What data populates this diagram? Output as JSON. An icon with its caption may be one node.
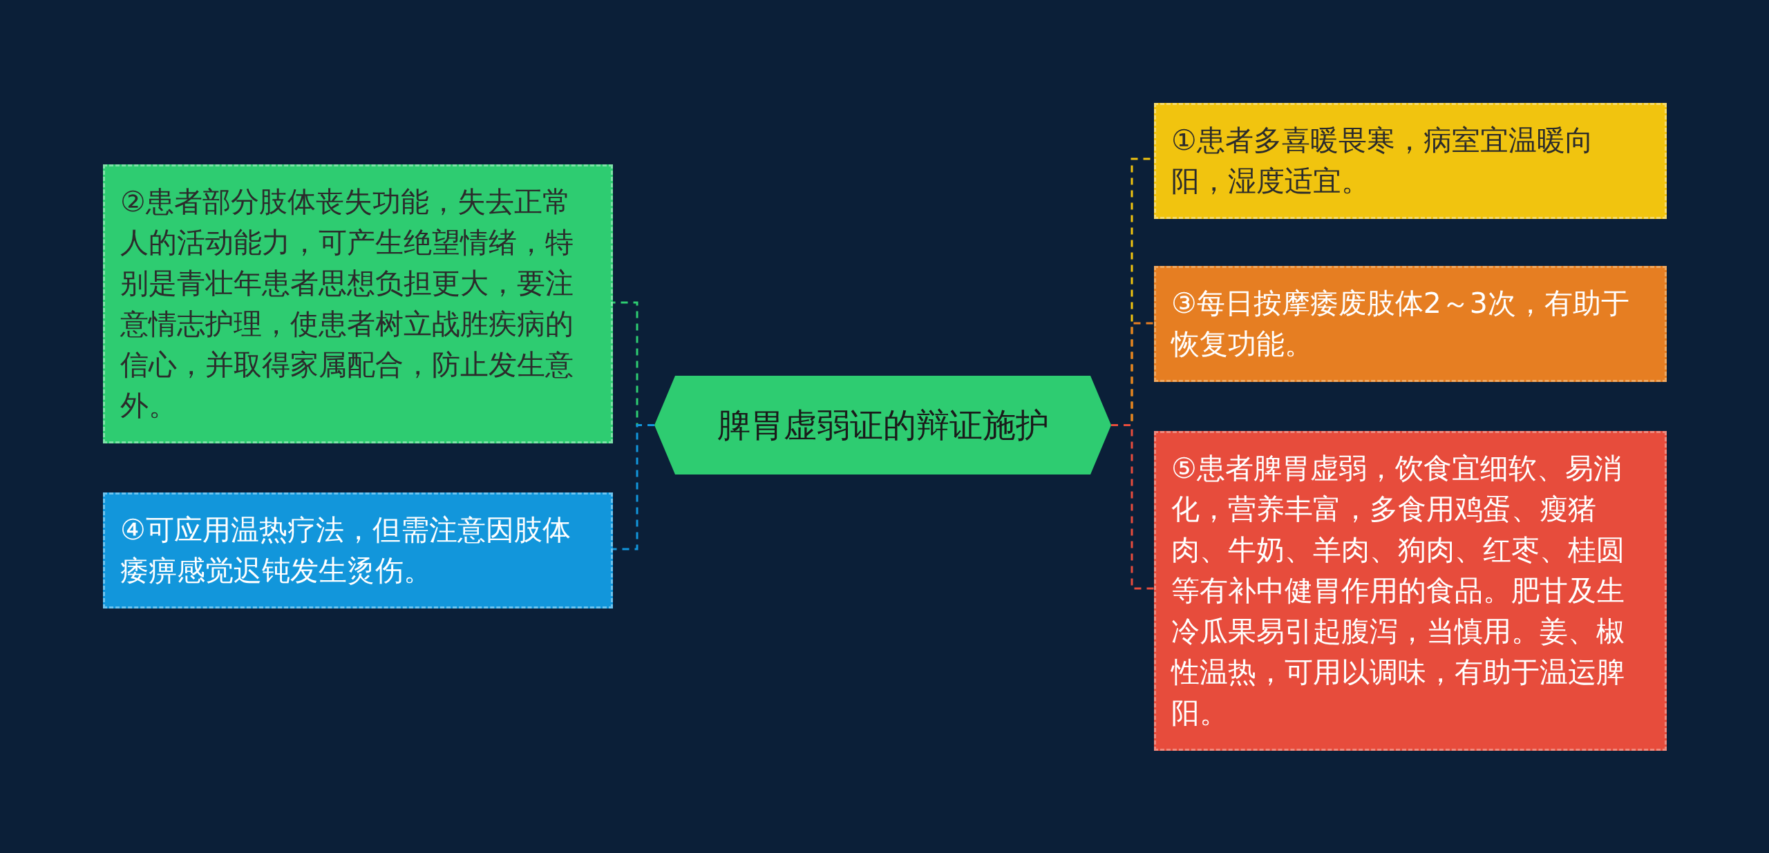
{
  "diagram": {
    "nodes": [
      {
        "text": [
          "脾胃虚弱证的辩证施护"
        ]
      },
      {
        "text": [
          "①患者多喜暖畏寒，病室宜温暖向阳，湿度适宜。"
        ]
      },
      {
        "text": [
          "②患者部分肢体丧失功能，失去正常人的活动能力，可产生绝望情绪，特别是青壮年患者思想负担更大，要注意情志护理，使患者树立战胜疾病的信心，并取得家属配合，防止发生意外。"
        ]
      },
      {
        "text": [
          "③每日按摩痿废肢体2～3次，有助于恢复功能。"
        ]
      },
      {
        "text": [
          "④可应用温热疗法，但需注意因肢体痿痹感觉迟钝发生烫伤。"
        ]
      },
      {
        "text": [
          "⑤患者脾胃虚弱，饮食宜细软、易消化，营养丰富，多食用鸡蛋、瘦猪肉、牛奶、羊肉、狗肉、红枣、桂圆等有补中健胃作用的食品。肥甘及生冷瓜果易引起腹泻，当慎用。姜、椒性温热，可用以调味，有助于温运脾阳。"
        ]
      }
    ],
    "edges": [
      {
        "from": 0,
        "to": 1,
        "arrow": "none",
        "style": "dashed",
        "color": "#f1c40f"
      },
      {
        "from": 0,
        "to": 2,
        "arrow": "none",
        "style": "dashed",
        "color": "#2ecc71"
      },
      {
        "from": 0,
        "to": 3,
        "arrow": "none",
        "style": "dashed",
        "color": "#e67e22"
      },
      {
        "from": 0,
        "to": 4,
        "arrow": "none",
        "style": "dashed",
        "color": "#1296db"
      },
      {
        "from": 0,
        "to": 5,
        "arrow": "none",
        "style": "dashed",
        "color": "#e74c3c"
      }
    ]
  }
}
